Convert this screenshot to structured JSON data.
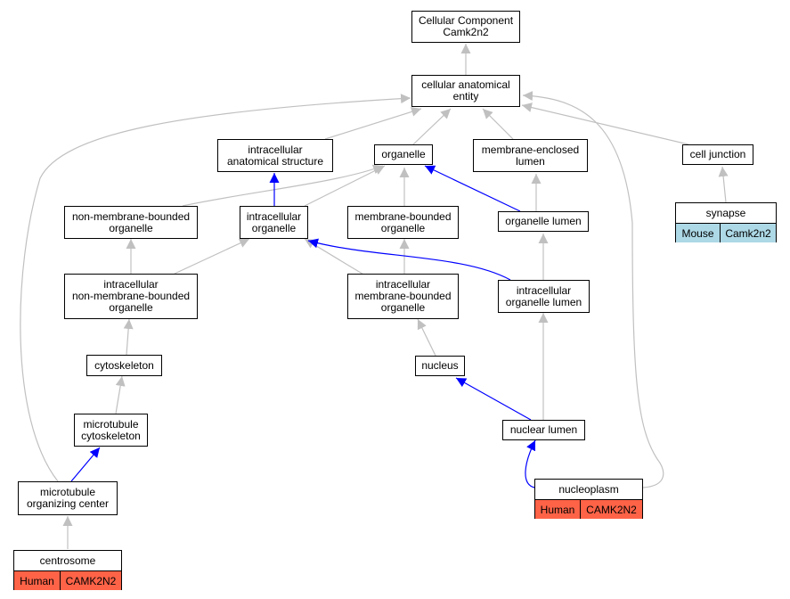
{
  "colors": {
    "is_a": "#c0c0c0",
    "part_of": "#0000ff",
    "human": "#ff6347",
    "mouse": "#add8e6"
  },
  "nodes": {
    "root": "Cellular Component\nCamk2n2",
    "cae": "cellular anatomical\nentity",
    "ias": "intracellular\nanatomical structure",
    "organelle": "organelle",
    "mel": "membrane-enclosed\nlumen",
    "cj": "cell junction",
    "nmbo": "non-membrane-bounded\norganelle",
    "io": "intracellular\norganelle",
    "mbo": "membrane-bounded\norganelle",
    "ol": "organelle lumen",
    "inmbo": "intracellular\nnon-membrane-bounded\norganelle",
    "imbo": "intracellular\nmembrane-bounded\norganelle",
    "iol": "intracellular\norganelle lumen",
    "cyto": "cytoskeleton",
    "nucleus": "nucleus",
    "mtc": "microtubule\ncytoskeleton",
    "nl": "nuclear lumen",
    "mtoc": "microtubule\norganizing center"
  },
  "annotated": {
    "synapse": {
      "name": "synapse",
      "species": "Mouse",
      "gene": "Camk2n2"
    },
    "nucleoplasm": {
      "name": "nucleoplasm",
      "species": "Human",
      "gene": "CAMK2N2"
    },
    "centrosome": {
      "name": "centrosome",
      "species": "Human",
      "gene": "CAMK2N2"
    }
  }
}
